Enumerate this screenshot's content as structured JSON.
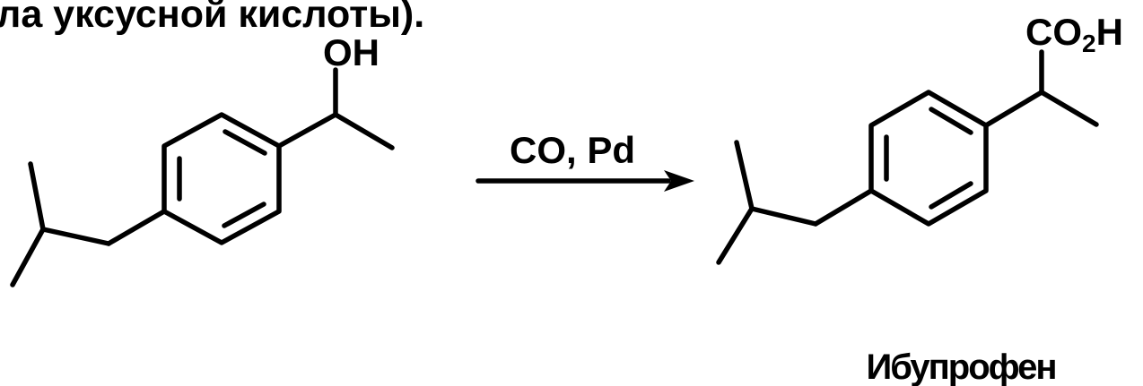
{
  "header": {
    "text": "ла уксусной кислоты)."
  },
  "reactant": {
    "label_oh": "OH"
  },
  "arrow": {
    "reagents": "CO, Pd"
  },
  "product": {
    "label_co2": "CO",
    "label_sub": "2",
    "label_h": "H",
    "name": "Ибупрофен"
  },
  "colors": {
    "ink": "#000000",
    "background": "#ffffff"
  }
}
